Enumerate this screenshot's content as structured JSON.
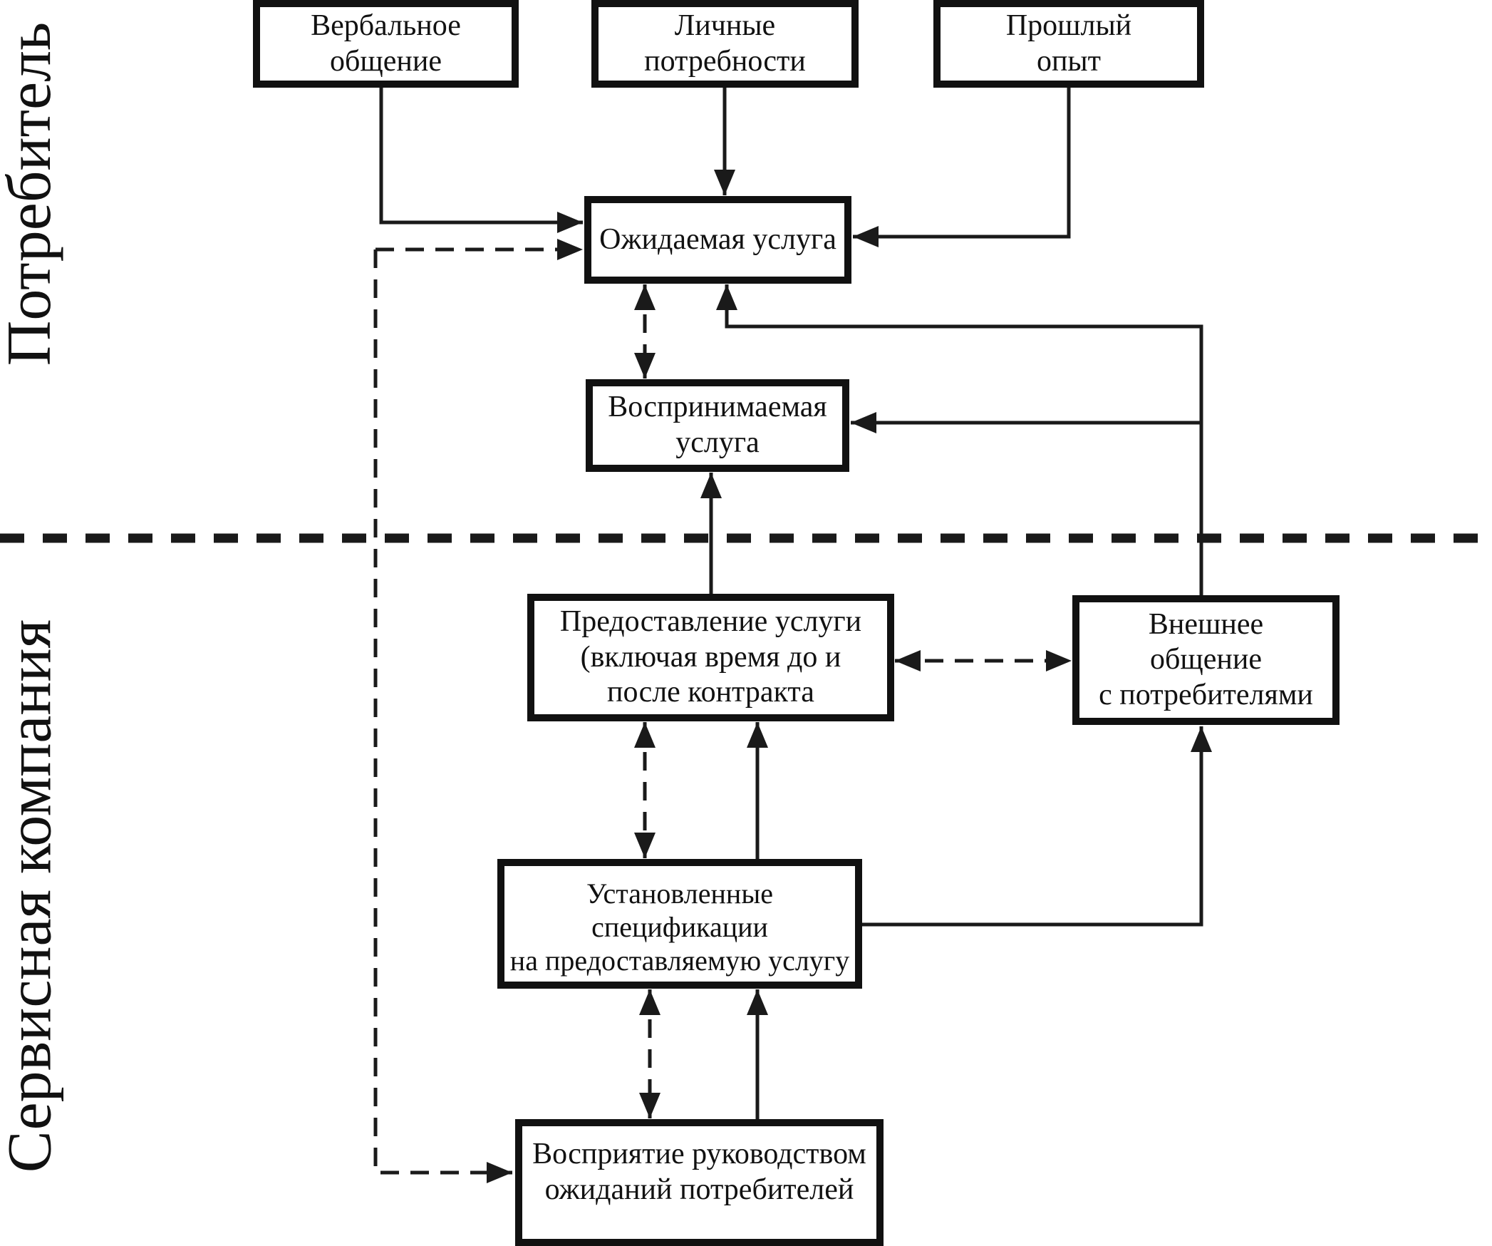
{
  "diagram": {
    "lanes": {
      "consumer_label": "Потребитель",
      "company_label": "Сервисная компания"
    },
    "boxes": {
      "word_of_mouth": "Вербальное\nобщение",
      "personal_needs": "Личные\nпотребности",
      "past_experience": "Прошлый\nопыт",
      "expected_service": "Ожидаемая услуга",
      "perceived_service": "Воспринимаемая\nуслуга",
      "service_delivery": "Предоставление услуги\n(включая время до и\nпосле контракта",
      "external_communication": "Внешнее\nобщение\nс потребителями",
      "specifications": "Установленные спецификации\nна предоставляемую услугу",
      "management_perception": "Восприятие руководством\nожиданий потребителей"
    },
    "edges": [
      {
        "from": "word_of_mouth",
        "to": "expected_service",
        "style": "solid",
        "bidirectional": false
      },
      {
        "from": "personal_needs",
        "to": "expected_service",
        "style": "solid",
        "bidirectional": false
      },
      {
        "from": "past_experience",
        "to": "expected_service",
        "style": "solid",
        "bidirectional": false
      },
      {
        "from": "external_communication",
        "to": "expected_service",
        "style": "solid",
        "bidirectional": false
      },
      {
        "from": "external_communication",
        "to": "perceived_service",
        "style": "solid",
        "bidirectional": false
      },
      {
        "from": "service_delivery",
        "to": "perceived_service",
        "style": "solid",
        "bidirectional": false
      },
      {
        "from": "specifications",
        "to": "service_delivery",
        "style": "solid",
        "bidirectional": false
      },
      {
        "from": "specifications",
        "to": "external_communication",
        "style": "solid",
        "bidirectional": false
      },
      {
        "from": "management_perception",
        "to": "specifications",
        "style": "solid",
        "bidirectional": false
      },
      {
        "from": "expected_service",
        "to": "perceived_service",
        "style": "dashed",
        "bidirectional": true
      },
      {
        "from": "service_delivery",
        "to": "external_communication",
        "style": "dashed",
        "bidirectional": true
      },
      {
        "from": "service_delivery",
        "to": "specifications",
        "style": "dashed",
        "bidirectional": true
      },
      {
        "from": "specifications",
        "to": "management_perception",
        "style": "dashed",
        "bidirectional": true
      },
      {
        "from": "management_perception",
        "to": "expected_service",
        "style": "dashed",
        "bidirectional": true
      }
    ],
    "colors": {
      "line": "#1a1a1a",
      "box_border": "#111111",
      "box_fill": "#ffffff",
      "background": "#ffffff",
      "text": "#111111"
    }
  }
}
